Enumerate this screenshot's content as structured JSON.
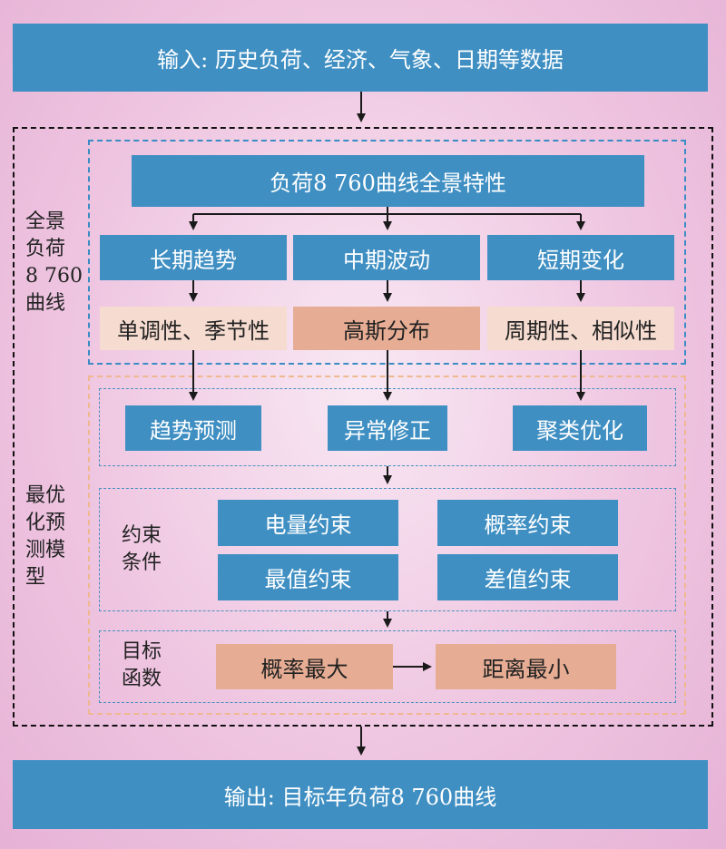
{
  "colors": {
    "blue": "#3f8fc3",
    "cream": "#f6dcd0",
    "salmon": "#e7ad94",
    "pink_bg": "#efc6e1",
    "dash_blue": "#3a8cc4",
    "dash_orange": "#efb88e",
    "dash_black": "#111111"
  },
  "input_box": "输入: 历史负荷、经济、气象、日期等数据",
  "output_box": "输出: 目标年负荷8 760曲线",
  "panorama": {
    "side_label": "全景\n负荷\n8 760\n曲线",
    "header": "负荷8 760曲线全景特性",
    "categories": [
      "长期趋势",
      "中期波动",
      "短期变化"
    ],
    "characteristics": [
      "单调性、季节性",
      "高斯分布",
      "周期性、相似性"
    ]
  },
  "model": {
    "side_label": "最优\n化预\n测模\n型",
    "methods": [
      "趋势预测",
      "异常修正",
      "聚类优化"
    ],
    "constraints_label": "约束\n条件",
    "constraints": [
      "电量约束",
      "概率约束",
      "最值约束",
      "差值约束"
    ],
    "objective_label": "目标\n函数",
    "objectives": [
      "概率最大",
      "距离最小"
    ]
  }
}
